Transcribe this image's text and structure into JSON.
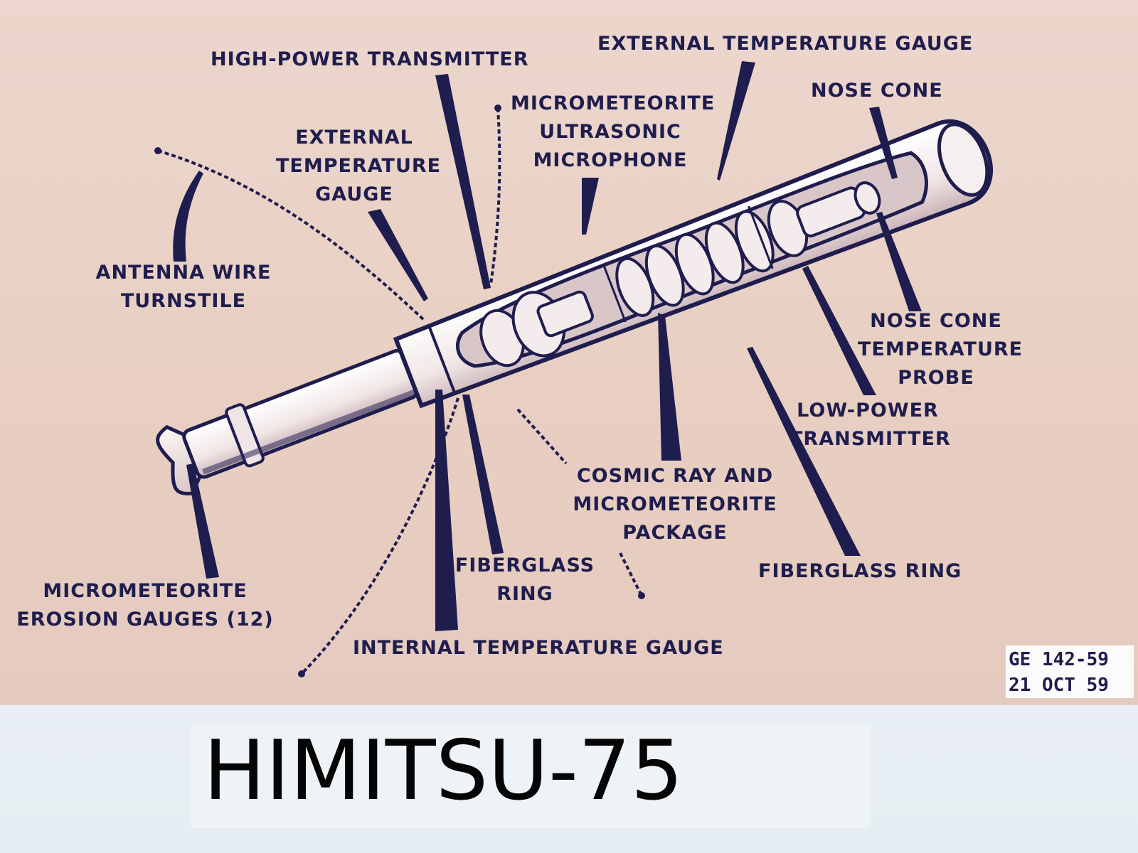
{
  "labels": {
    "high_power_transmitter": "HIGH-POWER TRANSMITTER",
    "external_temp_gauge_top": "EXTERNAL TEMPERATURE GAUGE",
    "nose_cone": "NOSE CONE",
    "micrometeorite_microphone": [
      "MICROMETEORITE",
      "ULTRASONIC",
      "MICROPHONE"
    ],
    "external_temp_gauge_left": [
      "EXTERNAL",
      "TEMPERATURE",
      "GAUGE"
    ],
    "antenna_wire_turnstile": [
      "ANTENNA  WIRE",
      "TURNSTILE"
    ],
    "nose_cone_temp_probe": [
      "NOSE  CONE",
      "TEMPERATURE",
      "PROBE"
    ],
    "low_power_transmitter": [
      "LOW-POWER",
      "TRANSMITTER"
    ],
    "cosmic_ray_package": [
      "COSMIC  RAY  AND",
      "MICROMETEORITE",
      "PACKAGE"
    ],
    "fiberglass_ring_left": [
      "FIBERGLASS",
      "RING"
    ],
    "fiberglass_ring_right": "FIBERGLASS  RING",
    "erosion_gauges": [
      "MICROMETEORITE",
      "EROSION  GAUGES  (12)"
    ],
    "internal_temp_gauge": "INTERNAL  TEMPERATURE  GAUGE"
  },
  "stamp": {
    "line1": "GE 142-59",
    "line2": "21 OCT 59"
  },
  "caption": "HIMITSU-75",
  "colors": {
    "ink": "#1f1d4e",
    "poster_bg": "#e8cfc2",
    "band_bg": "#e6eef4"
  }
}
